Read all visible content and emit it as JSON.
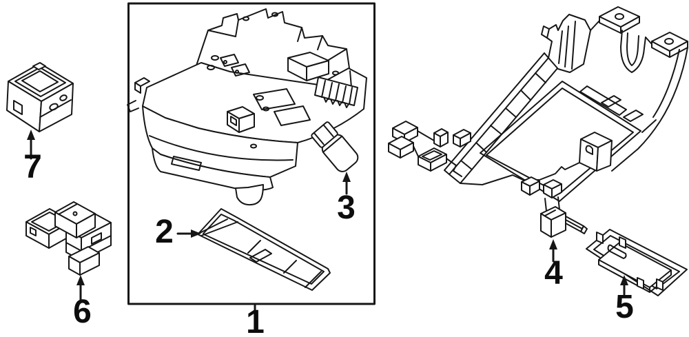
{
  "diagram": {
    "colors": {
      "background": "#ffffff",
      "line": "#161616"
    },
    "callouts": {
      "c1": {
        "label": "1"
      },
      "c2": {
        "label": "2"
      },
      "c3": {
        "label": "3"
      },
      "c4": {
        "label": "4"
      },
      "c5": {
        "label": "5"
      },
      "c6": {
        "label": "6"
      },
      "c7": {
        "label": "7"
      }
    }
  }
}
